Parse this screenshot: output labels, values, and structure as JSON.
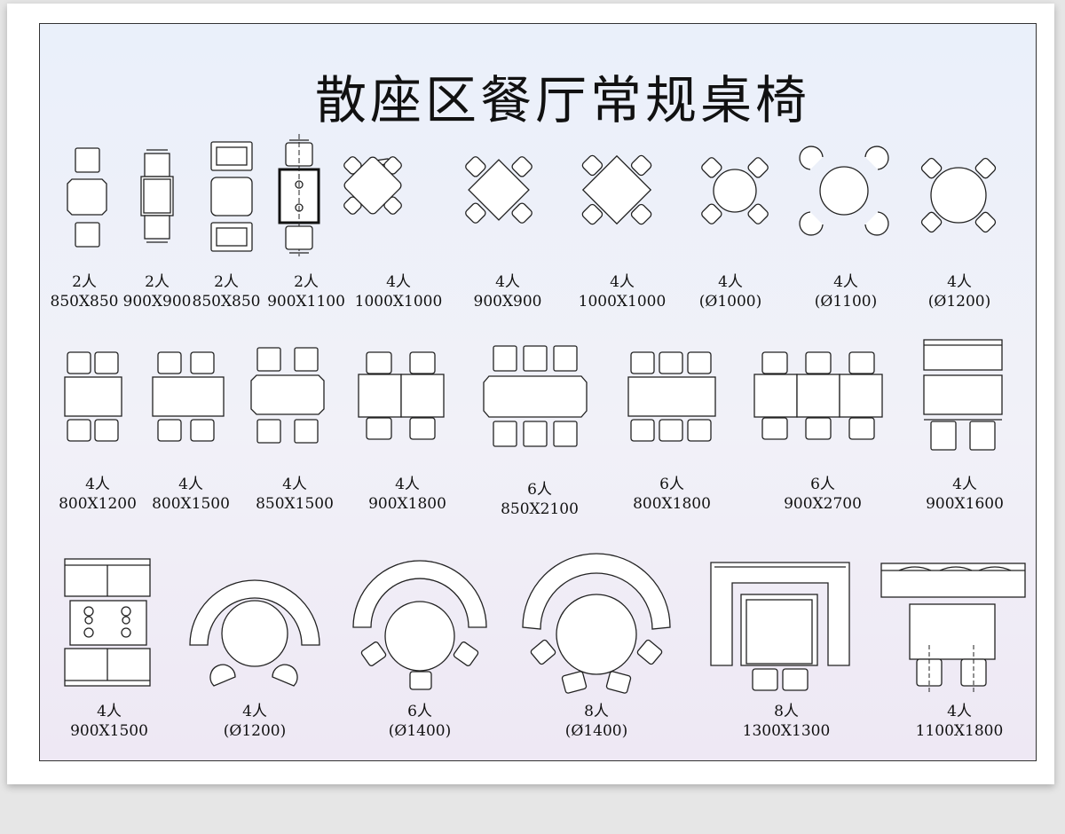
{
  "title": "散座区餐厅常规桌椅",
  "items": [
    {
      "seats": "2人",
      "size": "850X850"
    },
    {
      "seats": "2人",
      "size": "900X900"
    },
    {
      "seats": "2人",
      "size": "850X850"
    },
    {
      "seats": "2人",
      "size": "900X1100"
    },
    {
      "seats": "4人",
      "size": "1000X1000"
    },
    {
      "seats": "4人",
      "size": "900X900"
    },
    {
      "seats": "4人",
      "size": "1000X1000"
    },
    {
      "seats": "4人",
      "size": "(Ø1000)"
    },
    {
      "seats": "4人",
      "size": "(Ø1100)"
    },
    {
      "seats": "4人",
      "size": "(Ø1200)"
    },
    {
      "seats": "4人",
      "size": "800X1200"
    },
    {
      "seats": "4人",
      "size": "800X1500"
    },
    {
      "seats": "4人",
      "size": "850X1500"
    },
    {
      "seats": "4人",
      "size": "900X1800"
    },
    {
      "seats": "6人",
      "size": "850X2100"
    },
    {
      "seats": "6人",
      "size": "800X1800"
    },
    {
      "seats": "6人",
      "size": "900X2700"
    },
    {
      "seats": "4人",
      "size": "900X1600"
    },
    {
      "seats": "4人",
      "size": "900X1500"
    },
    {
      "seats": "4人",
      "size": "(Ø1200)"
    },
    {
      "seats": "6人",
      "size": "(Ø1400)"
    },
    {
      "seats": "8人",
      "size": "(Ø1400)"
    },
    {
      "seats": "8人",
      "size": "1300X1300"
    },
    {
      "seats": "4人",
      "size": "1100X1800"
    }
  ]
}
